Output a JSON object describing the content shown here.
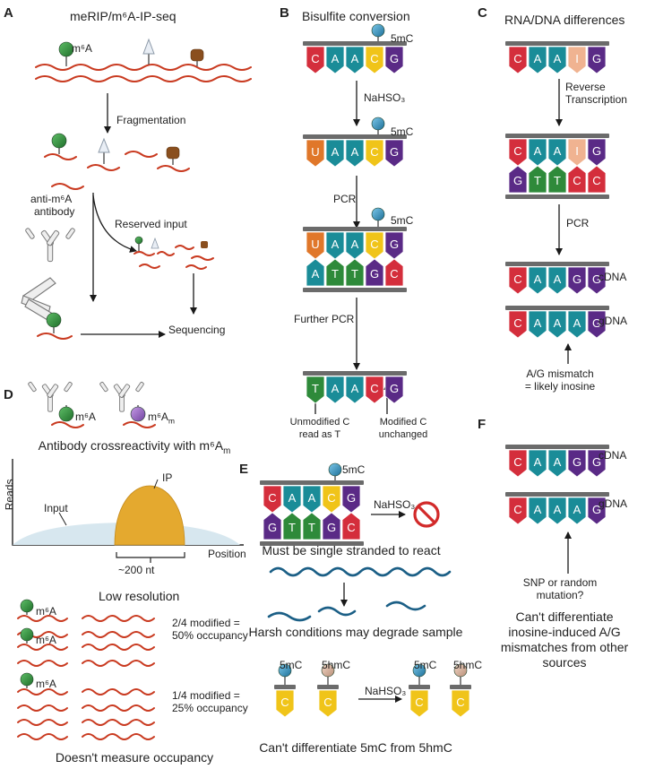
{
  "panels": {
    "A": {
      "letter": "A",
      "title": "meRIP/m⁶A-IP-seq",
      "m6a_label": "m⁶A",
      "fragmentation": "Fragmentation",
      "antibody_line1": "anti-m⁶A",
      "antibody_line2": "antibody",
      "reserved_input": "Reserved input",
      "sequencing": "Sequencing"
    },
    "B": {
      "letter": "B",
      "title": "Bisulfite conversion",
      "mod_5mC": "5mC",
      "reagent": "NaHSO₃",
      "pcr": "PCR",
      "further_pcr": "Further PCR",
      "unmod_line1": "Unmodified C",
      "unmod_line2": "read as T",
      "mod_line1": "Modified C",
      "mod_line2": "unchanged",
      "row1": [
        "C",
        "A",
        "A",
        "C",
        "G"
      ],
      "row2": [
        "U",
        "A",
        "A",
        "C",
        "G"
      ],
      "row3_top": [
        "U",
        "A",
        "A",
        "C",
        "G"
      ],
      "row3_bottom": [
        "A",
        "T",
        "T",
        "G",
        "C"
      ],
      "row4": [
        "T",
        "A",
        "A",
        "C",
        "G"
      ]
    },
    "C": {
      "letter": "C",
      "title": "RNA/DNA differences",
      "rt_line1": "Reverse",
      "rt_line2": "Transcription",
      "pcr": "PCR",
      "cdna": "cDNA",
      "gdna": "gDNA",
      "mismatch_line1": "A/G mismatch",
      "mismatch_line2": "= likely inosine",
      "rna": [
        "C",
        "A",
        "A",
        "I",
        "G"
      ],
      "duplex_top": [
        "C",
        "A",
        "A",
        "I",
        "G"
      ],
      "duplex_bottom": [
        "G",
        "T",
        "T",
        "C",
        "C"
      ],
      "cdna_seq": [
        "C",
        "A",
        "A",
        "G",
        "G"
      ],
      "gdna_seq": [
        "C",
        "A",
        "A",
        "A",
        "G"
      ]
    },
    "D": {
      "letter": "D",
      "m6a_label": "m⁶A",
      "m6am_label": "m⁶A",
      "m6am_sub": "m",
      "crossreactivity": "Antibody crossreactivity with m⁶A",
      "crossreactivity_sub": "m",
      "reads": "Reads",
      "input": "Input",
      "ip": "IP",
      "position": "Position",
      "width_label": "~200 nt",
      "low_res": "Low resolution",
      "occ1_line1": "2/4 modified =",
      "occ1_line2": "50% occupancy",
      "occ2_line1": "1/4 modified =",
      "occ2_line2": "25% occupancy",
      "no_occupancy": "Doesn't measure occupancy"
    },
    "E": {
      "letter": "E",
      "mod_5mC": "5mC",
      "mod_5hmC": "5hmC",
      "reagent": "NaHSO₃",
      "single_strand": "Must be single stranded to react",
      "harsh": "Harsh conditions may degrade sample",
      "cant_diff": "Can't differentiate 5mC from 5hmC",
      "duplex_top": [
        "C",
        "A",
        "A",
        "C",
        "G"
      ],
      "duplex_bottom": [
        "G",
        "T",
        "T",
        "G",
        "C"
      ],
      "c_base": "C"
    },
    "F": {
      "letter": "F",
      "cdna": "cDNA",
      "gdna": "gDNA",
      "snp_line1": "SNP or random",
      "snp_line2": "mutation?",
      "cant_line1": "Can't differentiate",
      "cant_line2": "inosine-induced A/G",
      "cant_line3": "mismatches from other",
      "cant_line4": "sources",
      "cdna_seq": [
        "C",
        "A",
        "A",
        "G",
        "G"
      ],
      "gdna_seq": [
        "C",
        "A",
        "A",
        "A",
        "G"
      ]
    }
  },
  "colors": {
    "C": "#d42e3c",
    "A": "#1a8c98",
    "G": "#5a2a86",
    "T": "#2e8a3a",
    "U": "#e0772a",
    "I": "#f0b391",
    "C_mod": "#f0c419",
    "red_rna": "#c93a20",
    "blue_rna": "#1b5f86",
    "backbone": "#6b6b6b",
    "ip_peak": "#e4a92f",
    "input_bg": "#d7e7ef",
    "m6a_ball": "#2f8a3b",
    "m6am_ball": "#9b6bc4",
    "methyl_ball": "#2c96c6",
    "hydroxymethyl_ball": "#d8b5a0",
    "prohibited": "#d22a2a"
  },
  "icons": [
    "m6a-ball-icon",
    "antibody-icon",
    "methyl-ball-icon",
    "prohibited-icon",
    "arrow-icon"
  ]
}
